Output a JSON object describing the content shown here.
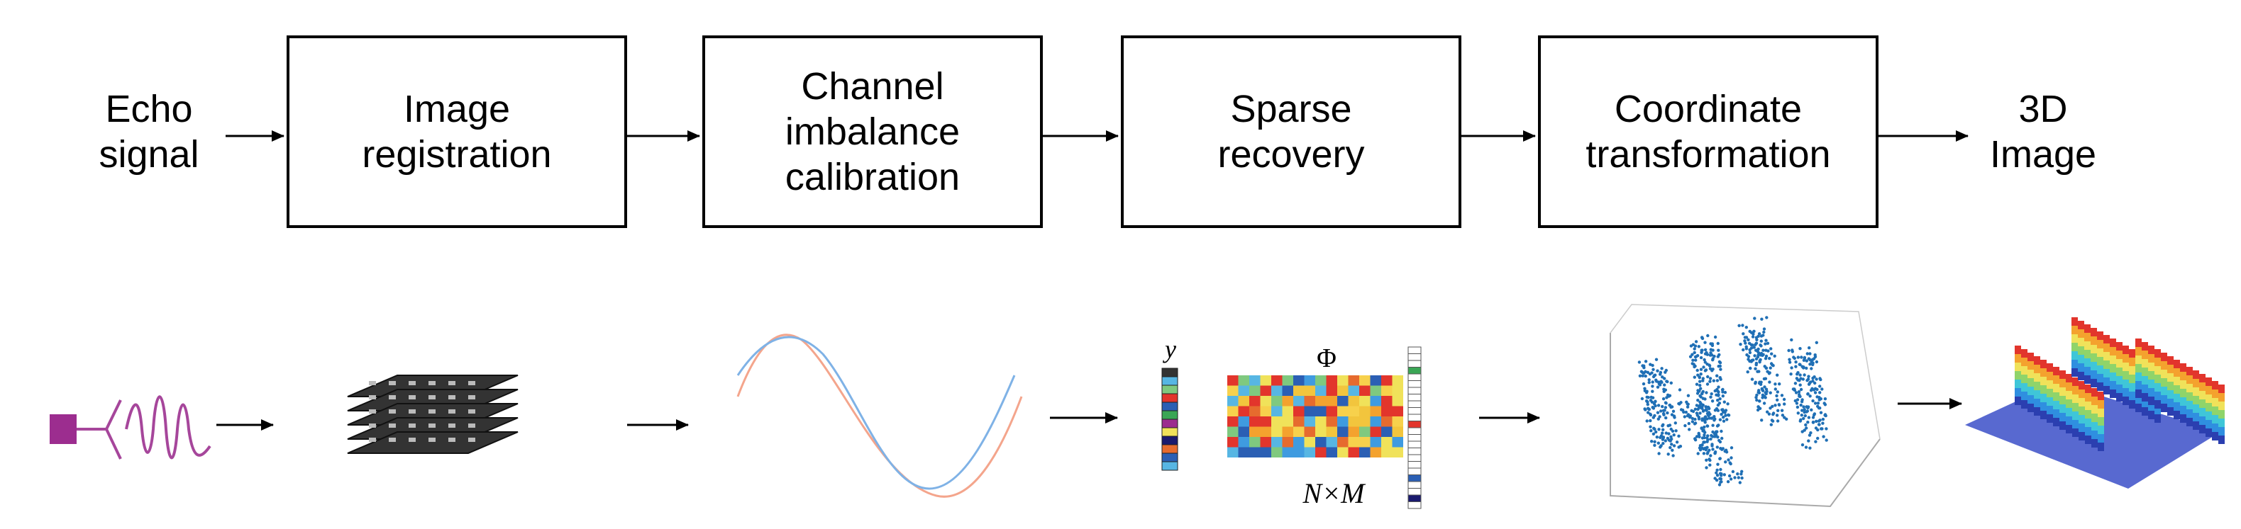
{
  "flow": {
    "start_label": "Echo\nsignal",
    "end_label": "3D\nImage",
    "steps": [
      {
        "label": "Image\nregistration"
      },
      {
        "label": "Channel\nimbalance\ncalibration"
      },
      {
        "label": "Sparse\nrecovery"
      },
      {
        "label": "Coordinate\ntransformation"
      }
    ]
  },
  "illustrations": {
    "sparse": {
      "y_label": "y",
      "phi_label": "Φ",
      "dims_label": "N×M"
    }
  },
  "colors": {
    "line": "#000000",
    "echo_square": "#9c2d8f",
    "echo_wave": "#a6469b",
    "wave_blue": "#7fb2e6",
    "wave_red": "#f4a58c",
    "point_cloud": "#1f6fb5"
  }
}
